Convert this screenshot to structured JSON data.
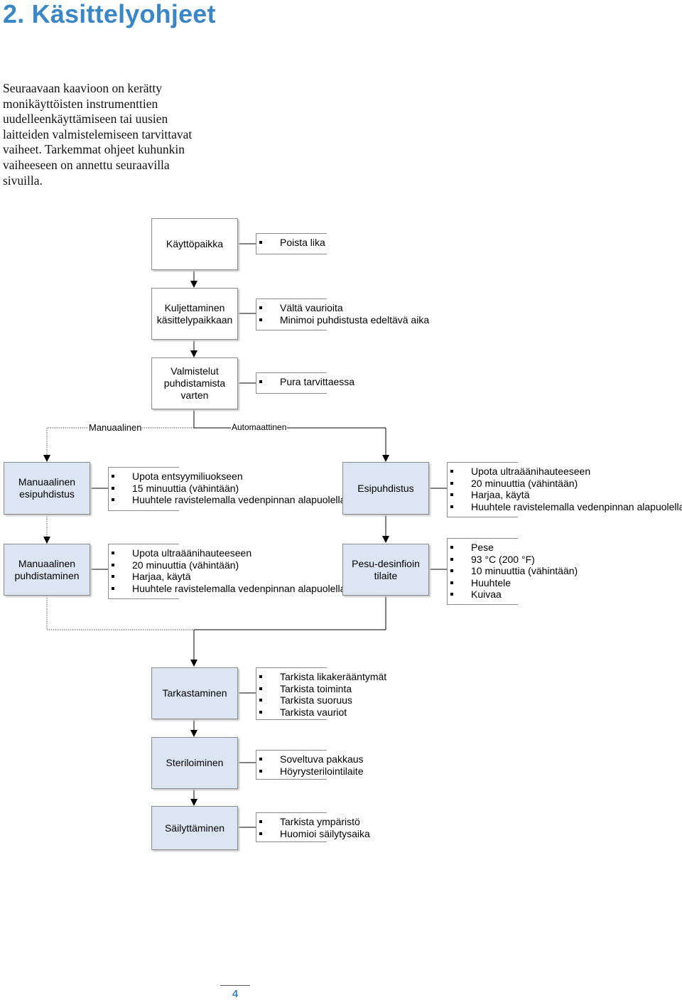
{
  "page": {
    "title": "2. Käsittelyohjeet",
    "intro": "Seuraavaan kaavioon on kerätty monikäyttöisten instrumenttien uudelleenkäyttämiseen tai uusien laitteiden valmistelemiseen tarvittavat vaiheet. Tarkemmat ohjeet kuhunkin vaiheeseen on annettu seuraavilla sivuilla.",
    "page_number": "4"
  },
  "colors": {
    "title": "#3a87c8",
    "step_fill_blue": "#dce6f2",
    "box_border": "#8c8c8c"
  },
  "flow": {
    "steps": [
      {
        "label": "Käyttöpaikka",
        "notes": [
          "Poista lika"
        ]
      },
      {
        "label": "Kuljettaminen käsittelypaikkaan",
        "notes": [
          "Vältä vaurioita",
          "Minimoi puhdistusta edeltävä aika"
        ]
      },
      {
        "label": "Valmistelut puhdistamista varten",
        "notes": [
          "Pura tarvittaessa"
        ]
      }
    ],
    "branch_labels": {
      "manual": "Manuaalinen",
      "automatic": "Automaattinen"
    },
    "manual": [
      {
        "label": "Manuaalinen esipuhdistus",
        "notes": [
          "Upota entsyymiliuokseen",
          "15 minuuttia (vähintään)",
          "Huuhtele ravistelemalla vedenpinnan alapuolella"
        ]
      },
      {
        "label": "Manuaalinen puhdistaminen",
        "notes": [
          "Upota ultraäänihauteeseen",
          "20 minuuttia (vähintään)",
          "Harjaa, käytä",
          "Huuhtele ravistelemalla vedenpinnan alapuolella"
        ]
      }
    ],
    "automatic": [
      {
        "label": "Esipuhdistus",
        "notes": [
          "Upota ultraäänihauteeseen",
          "20 minuuttia (vähintään)",
          "Harjaa, käytä",
          "Huuhtele ravistelemalla vedenpinnan alapuolella"
        ]
      },
      {
        "label": "Pesu-desinfiointilaite",
        "notes": [
          "Pese",
          "93 °C (200 °F)",
          "10 minuuttia (vähintään)",
          "Huuhtele",
          "Kuivaa"
        ]
      }
    ],
    "final_steps": [
      {
        "label": "Tarkastaminen",
        "notes": [
          "Tarkista likakerääntymät",
          "Tarkista toiminta",
          "Tarkista suoruus",
          "Tarkista vauriot"
        ]
      },
      {
        "label": "Steriloiminen",
        "notes": [
          "Soveltuva pakkaus",
          "Höyrysterilointilaite"
        ]
      },
      {
        "label": "Säilyttäminen",
        "notes": [
          "Tarkista ympäristö",
          "Huomioi säilytysaika"
        ]
      }
    ]
  }
}
